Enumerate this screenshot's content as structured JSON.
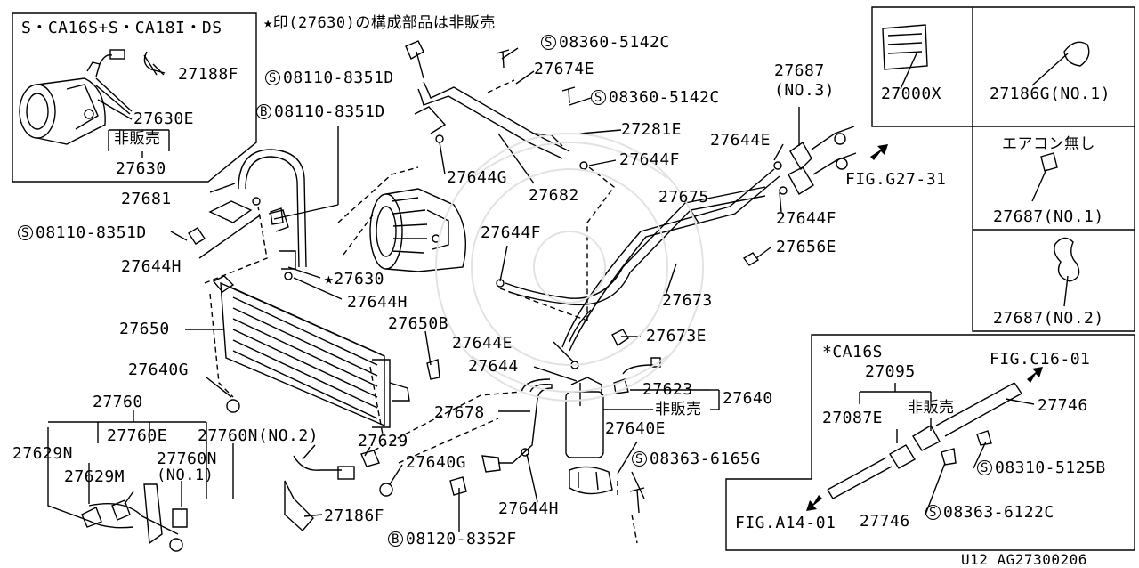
{
  "note": "★印(27630)の構成部品は非販売",
  "inset_left": {
    "title": "S・CA16S+S・CA18I・DS",
    "parts": [
      "27188F",
      "27630E",
      "非販売",
      "27630"
    ]
  },
  "inset_right_top": {
    "left_part": "27000X",
    "right_part": "27186G(NO.1)"
  },
  "inset_right_mid": {
    "caption": "エアコン無し",
    "part": "27687(NO.1)"
  },
  "inset_right_low": {
    "part": "27687(NO.2)"
  },
  "inset_bottom": {
    "title": "*CA16S",
    "parts": [
      "27095",
      "27087E",
      "非販売",
      "27746",
      "27746",
      "FIG.C16-01",
      "FIG.A14-01"
    ],
    "bolts": [
      {
        "prefix": "S",
        "number": "08310-5125B"
      },
      {
        "prefix": "S",
        "number": "08363-6122C"
      }
    ]
  },
  "main": {
    "bolts": [
      {
        "prefix": "S",
        "number": "08360-5142C"
      },
      {
        "prefix": "S",
        "number": "08110-8351D"
      },
      {
        "prefix": "S",
        "number": "08360-5142C"
      },
      {
        "prefix": "B",
        "number": "08110-8351D"
      },
      {
        "prefix": "S",
        "number": "08110-8351D"
      },
      {
        "prefix": "S",
        "number": "08363-6165G"
      },
      {
        "prefix": "B",
        "number": "08120-8352F"
      }
    ],
    "parts": {
      "p27674E": "27674E",
      "p27281E": "27281E",
      "p27644F_a": "27644F",
      "p27644G": "27644G",
      "p27682": "27682",
      "p27687_no3": "27687",
      "no3": "(NO.3)",
      "p27644E_a": "27644E",
      "fig_g27": "FIG.G27-31",
      "p27675": "27675",
      "p27644F_b": "27644F",
      "p27656E": "27656E",
      "p27644F_c": "27644F",
      "p27673": "27673",
      "p27681": "27681",
      "p27644H_a": "27644H",
      "p27630_star": "★27630",
      "p27644H_b": "27644H",
      "p27650": "27650",
      "p27650B": "27650B",
      "p27644E_b": "27644E",
      "p27673E": "27673E",
      "p27644": "27644",
      "p27623": "27623",
      "p27640": "27640",
      "hihanbai": "非販売",
      "p27640G_a": "27640G",
      "p27760": "27760",
      "p27678": "27678",
      "p27640E": "27640E",
      "p27629N": "27629N",
      "p27760E": "27760E",
      "p27760N_no2": "27760N(NO.2)",
      "p27629": "27629",
      "p27760N_no1": "27760N",
      "no1": "(NO.1)",
      "p27640G_b": "27640G",
      "p27629M": "27629M",
      "p27186F": "27186F",
      "p27644H_c": "27644H"
    }
  },
  "footer": "U12  AG27300206"
}
